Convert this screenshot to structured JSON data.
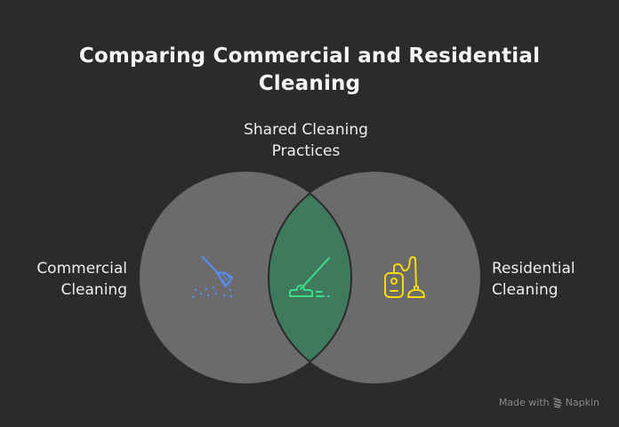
{
  "title": {
    "line1": "Comparing Commercial and Residential",
    "line2": "Cleaning"
  },
  "sets": {
    "left": {
      "label_line1": "Commercial",
      "label_line2": "Cleaning",
      "icon": "broom-sweeping-dust-icon",
      "icon_color": "#5b8def",
      "fill": "#6b6b6b"
    },
    "right": {
      "label_line1": "Residential",
      "label_line2": "Cleaning",
      "icon": "vacuum-cleaner-icon",
      "icon_color": "#f5d90a",
      "fill": "#6b6b6b"
    },
    "intersection": {
      "label_line1": "Shared Cleaning",
      "label_line2": "Practices",
      "icon": "mop-icon",
      "icon_color": "#3fdc8a",
      "fill": "#3f7a5f"
    }
  },
  "colors": {
    "background": "#2b2b2b",
    "circle_fill": "#6b6b6b",
    "lens_fill": "#3f7a5f",
    "lens_stroke": "#2b2b2b"
  },
  "watermark": {
    "prefix": "Made with",
    "brand": "Napkin"
  }
}
